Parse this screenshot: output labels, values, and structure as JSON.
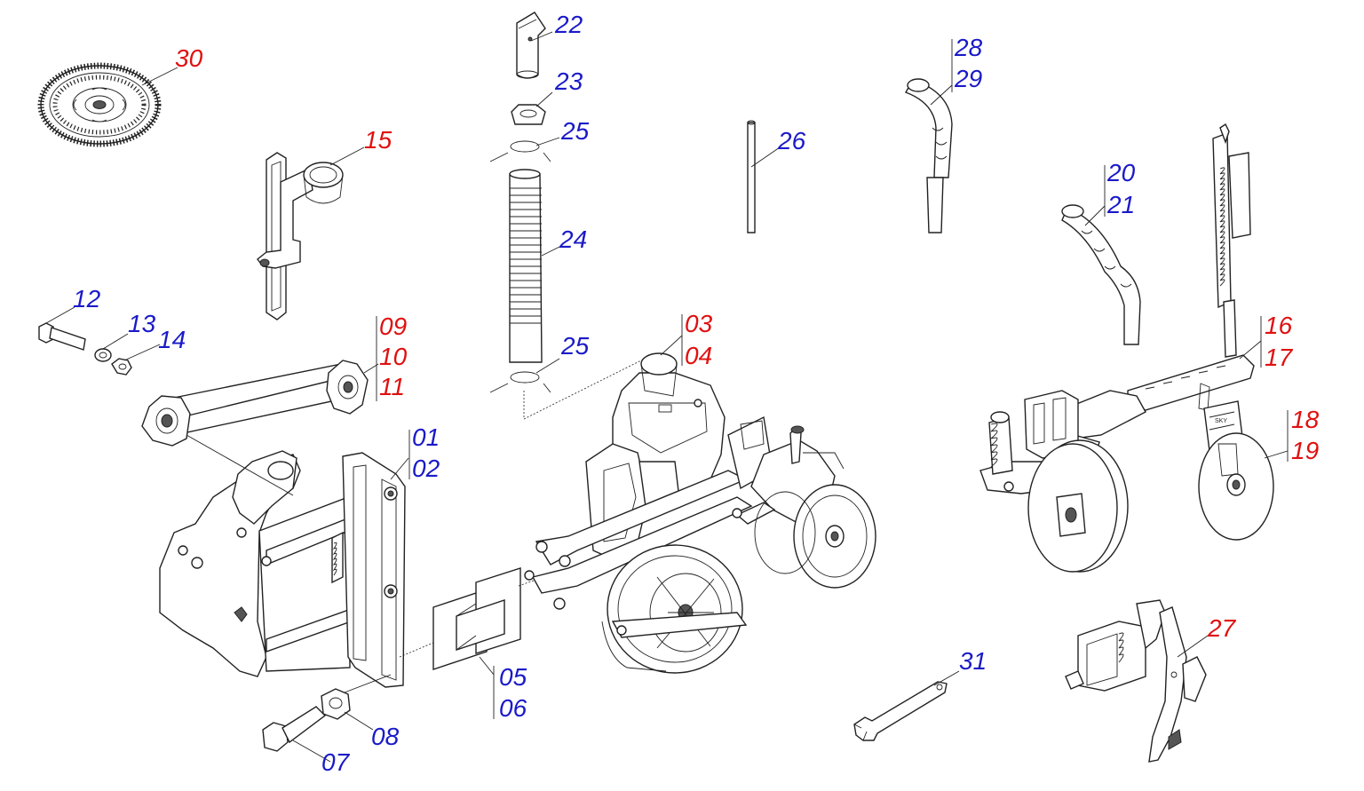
{
  "colors": {
    "blue": "#1a1ac8",
    "red": "#e01010",
    "line": "#222222"
  },
  "labels": {
    "p01": "01",
    "p02": "02",
    "p03": "03",
    "p04": "04",
    "p05": "05",
    "p06": "06",
    "p07": "07",
    "p08": "08",
    "p09": "09",
    "p10": "10",
    "p11": "11",
    "p12": "12",
    "p13": "13",
    "p14": "14",
    "p15": "15",
    "p16": "16",
    "p17": "17",
    "p18": "18",
    "p19": "19",
    "p20": "20",
    "p21": "21",
    "p22": "22",
    "p23": "23",
    "p24": "24",
    "p25a": "25",
    "p25b": "25",
    "p26": "26",
    "p27": "27",
    "p28": "28",
    "p29": "29",
    "p30": "30",
    "p31": "31"
  },
  "decal": {
    "text": "SKY"
  }
}
